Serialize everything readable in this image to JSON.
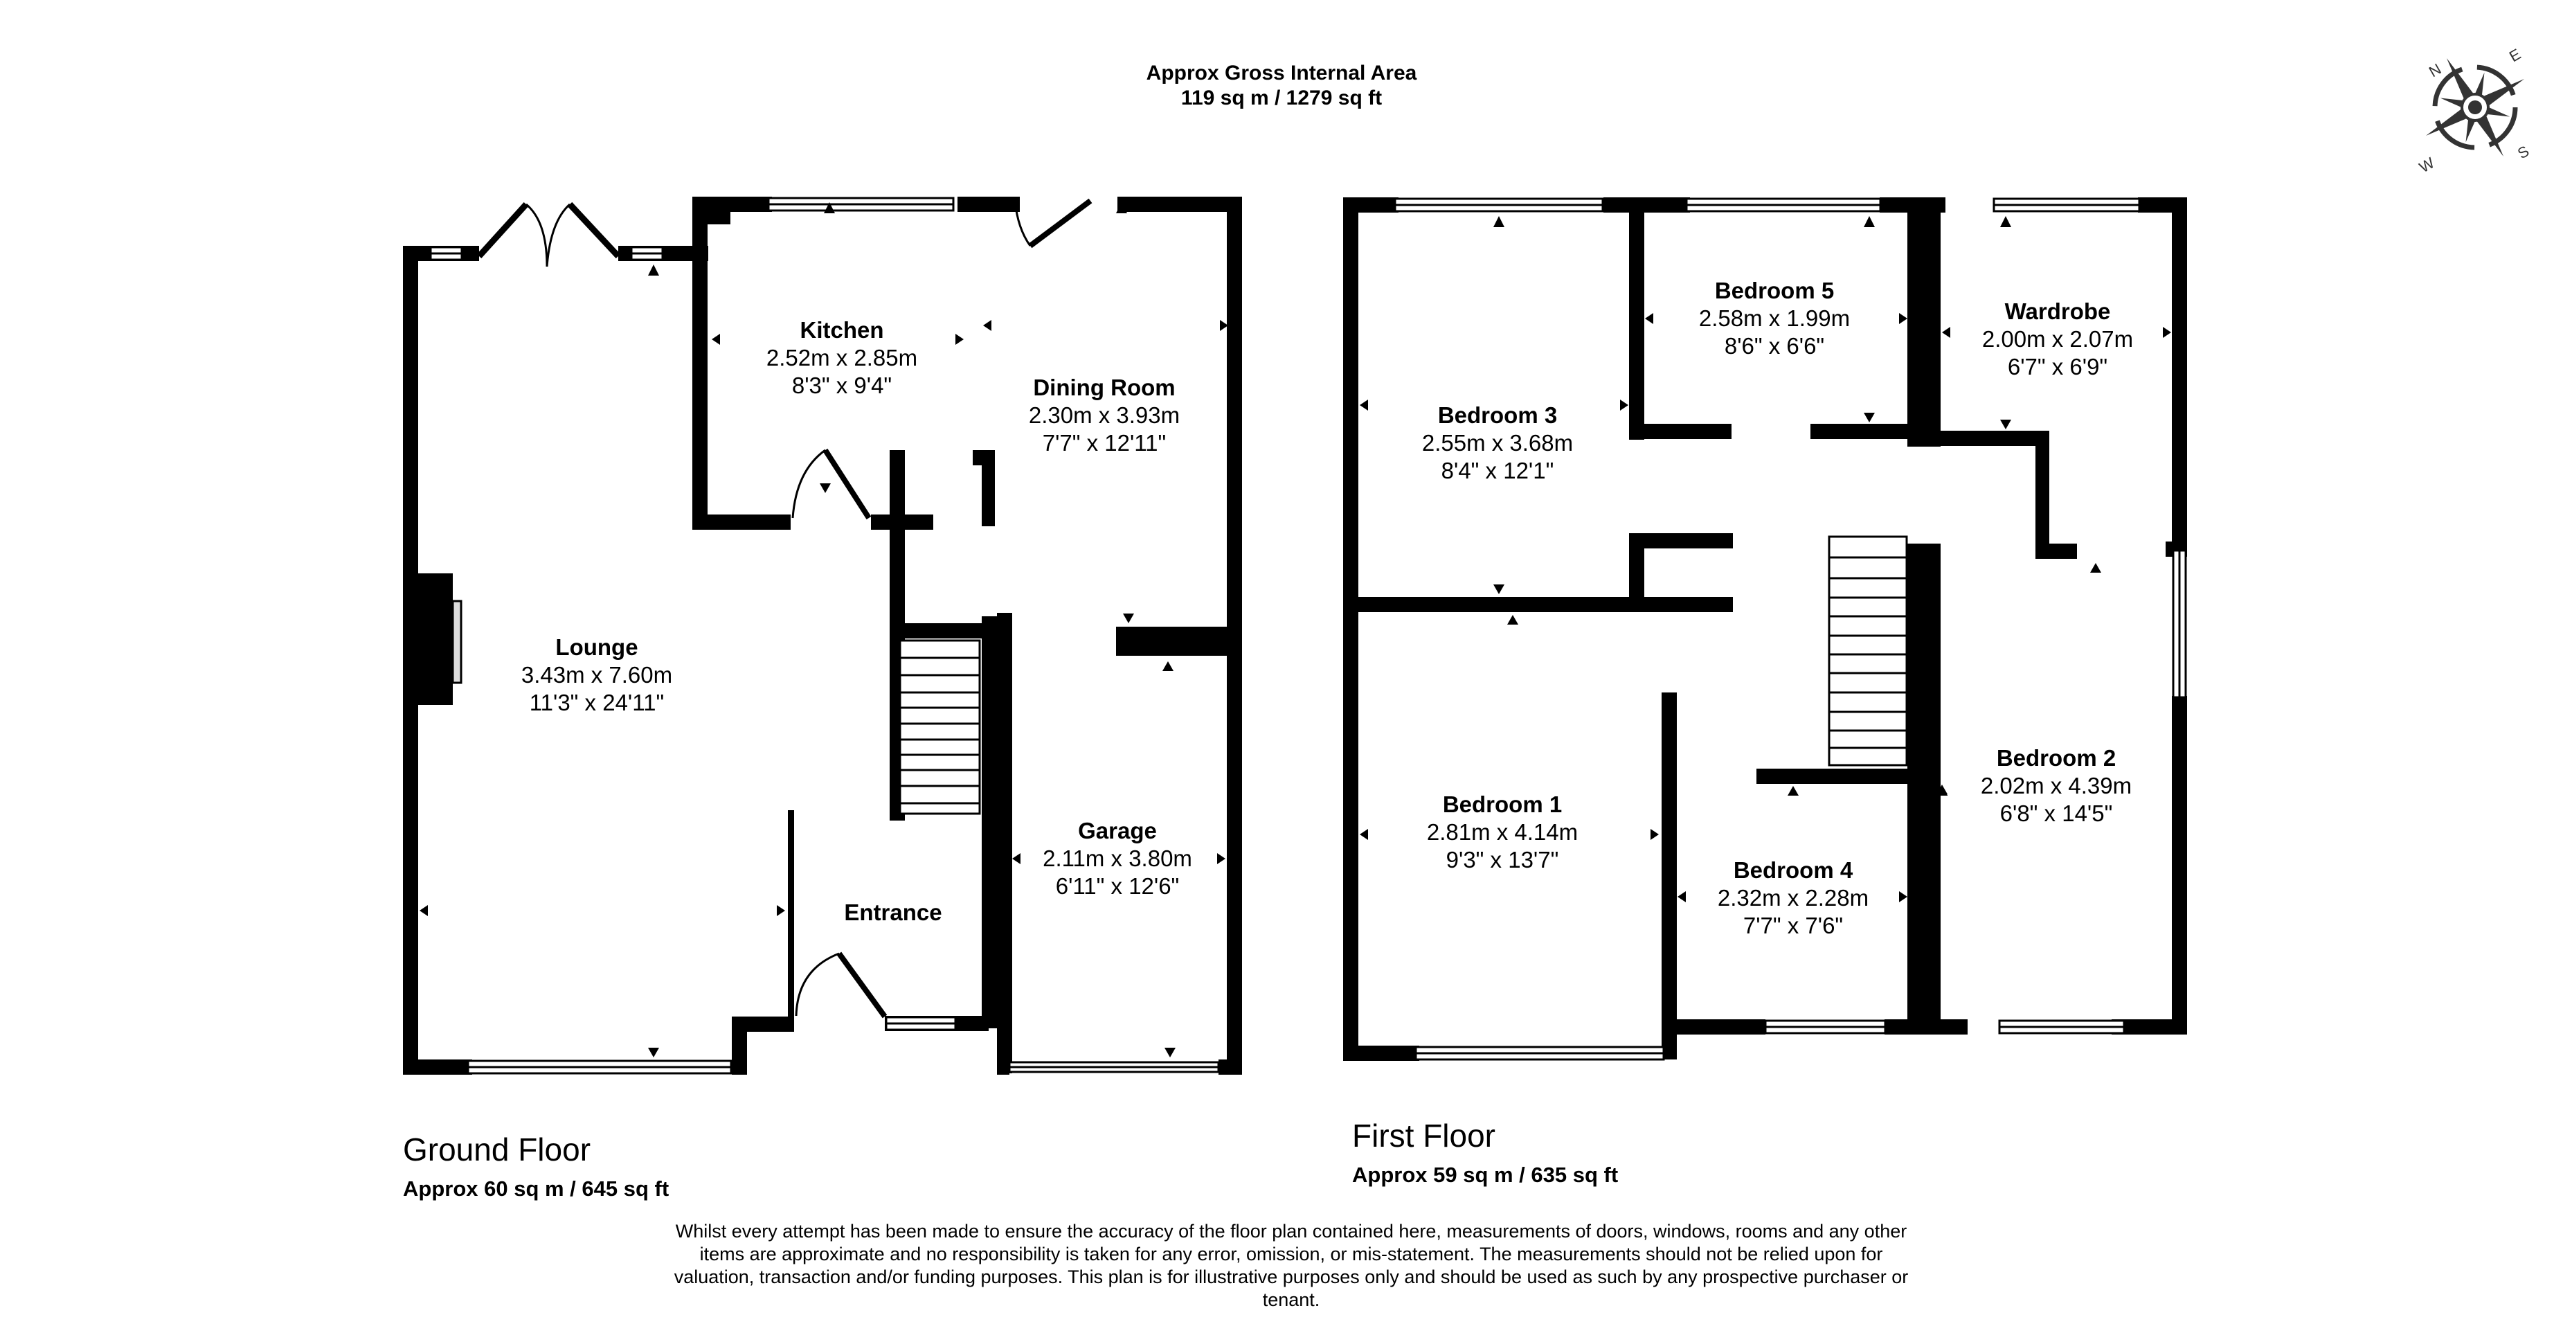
{
  "header": {
    "title_line1": "Approx Gross Internal Area",
    "title_line2": "119 sq m / 1279 sq ft"
  },
  "compass": {
    "icon": "compass-rose-icon",
    "n": "N",
    "e": "E",
    "s": "S",
    "w": "W"
  },
  "ground_floor": {
    "title": "Ground Floor",
    "area": "Approx 60 sq m / 645 sq ft",
    "rooms": [
      {
        "name": "Kitchen",
        "metric": "2.52m x 2.85m",
        "imperial": "8'3\" x 9'4\""
      },
      {
        "name": "Dining Room",
        "metric": "2.30m x 3.93m",
        "imperial": "7'7\" x 12'11\""
      },
      {
        "name": "Lounge",
        "metric": "3.43m x 7.60m",
        "imperial": "11'3\" x 24'11\""
      },
      {
        "name": "Garage",
        "metric": "2.11m x 3.80m",
        "imperial": "6'11\" x 12'6\""
      },
      {
        "name": "Entrance",
        "metric": "",
        "imperial": ""
      }
    ]
  },
  "first_floor": {
    "title": "First Floor",
    "area": "Approx 59 sq m / 635 sq ft",
    "rooms": [
      {
        "name": "Bedroom 3",
        "metric": "2.55m x 3.68m",
        "imperial": "8'4\" x 12'1\""
      },
      {
        "name": "Bedroom 5",
        "metric": "2.58m x 1.99m",
        "imperial": "8'6\" x 6'6\""
      },
      {
        "name": "Wardrobe",
        "metric": "2.00m x 2.07m",
        "imperial": "6'7\" x 6'9\""
      },
      {
        "name": "Bedroom 1",
        "metric": "2.81m x 4.14m",
        "imperial": "9'3\" x 13'7\""
      },
      {
        "name": "Bedroom 4",
        "metric": "2.32m x 2.28m",
        "imperial": "7'7\" x 7'6\""
      },
      {
        "name": "Bedroom 2",
        "metric": "2.02m x 4.39m",
        "imperial": "6'8\" x 14'5\""
      }
    ]
  },
  "disclaimer": "Whilst every attempt has been made to ensure the accuracy of the floor plan contained here, measurements of doors, windows, rooms and any other items are approximate and no responsibility is taken for any error, omission, or mis-statement. The measurements should not be relied upon for valuation, transaction and/or funding purposes. This plan is for illustrative purposes only and should be used as such by any prospective purchaser or tenant."
}
